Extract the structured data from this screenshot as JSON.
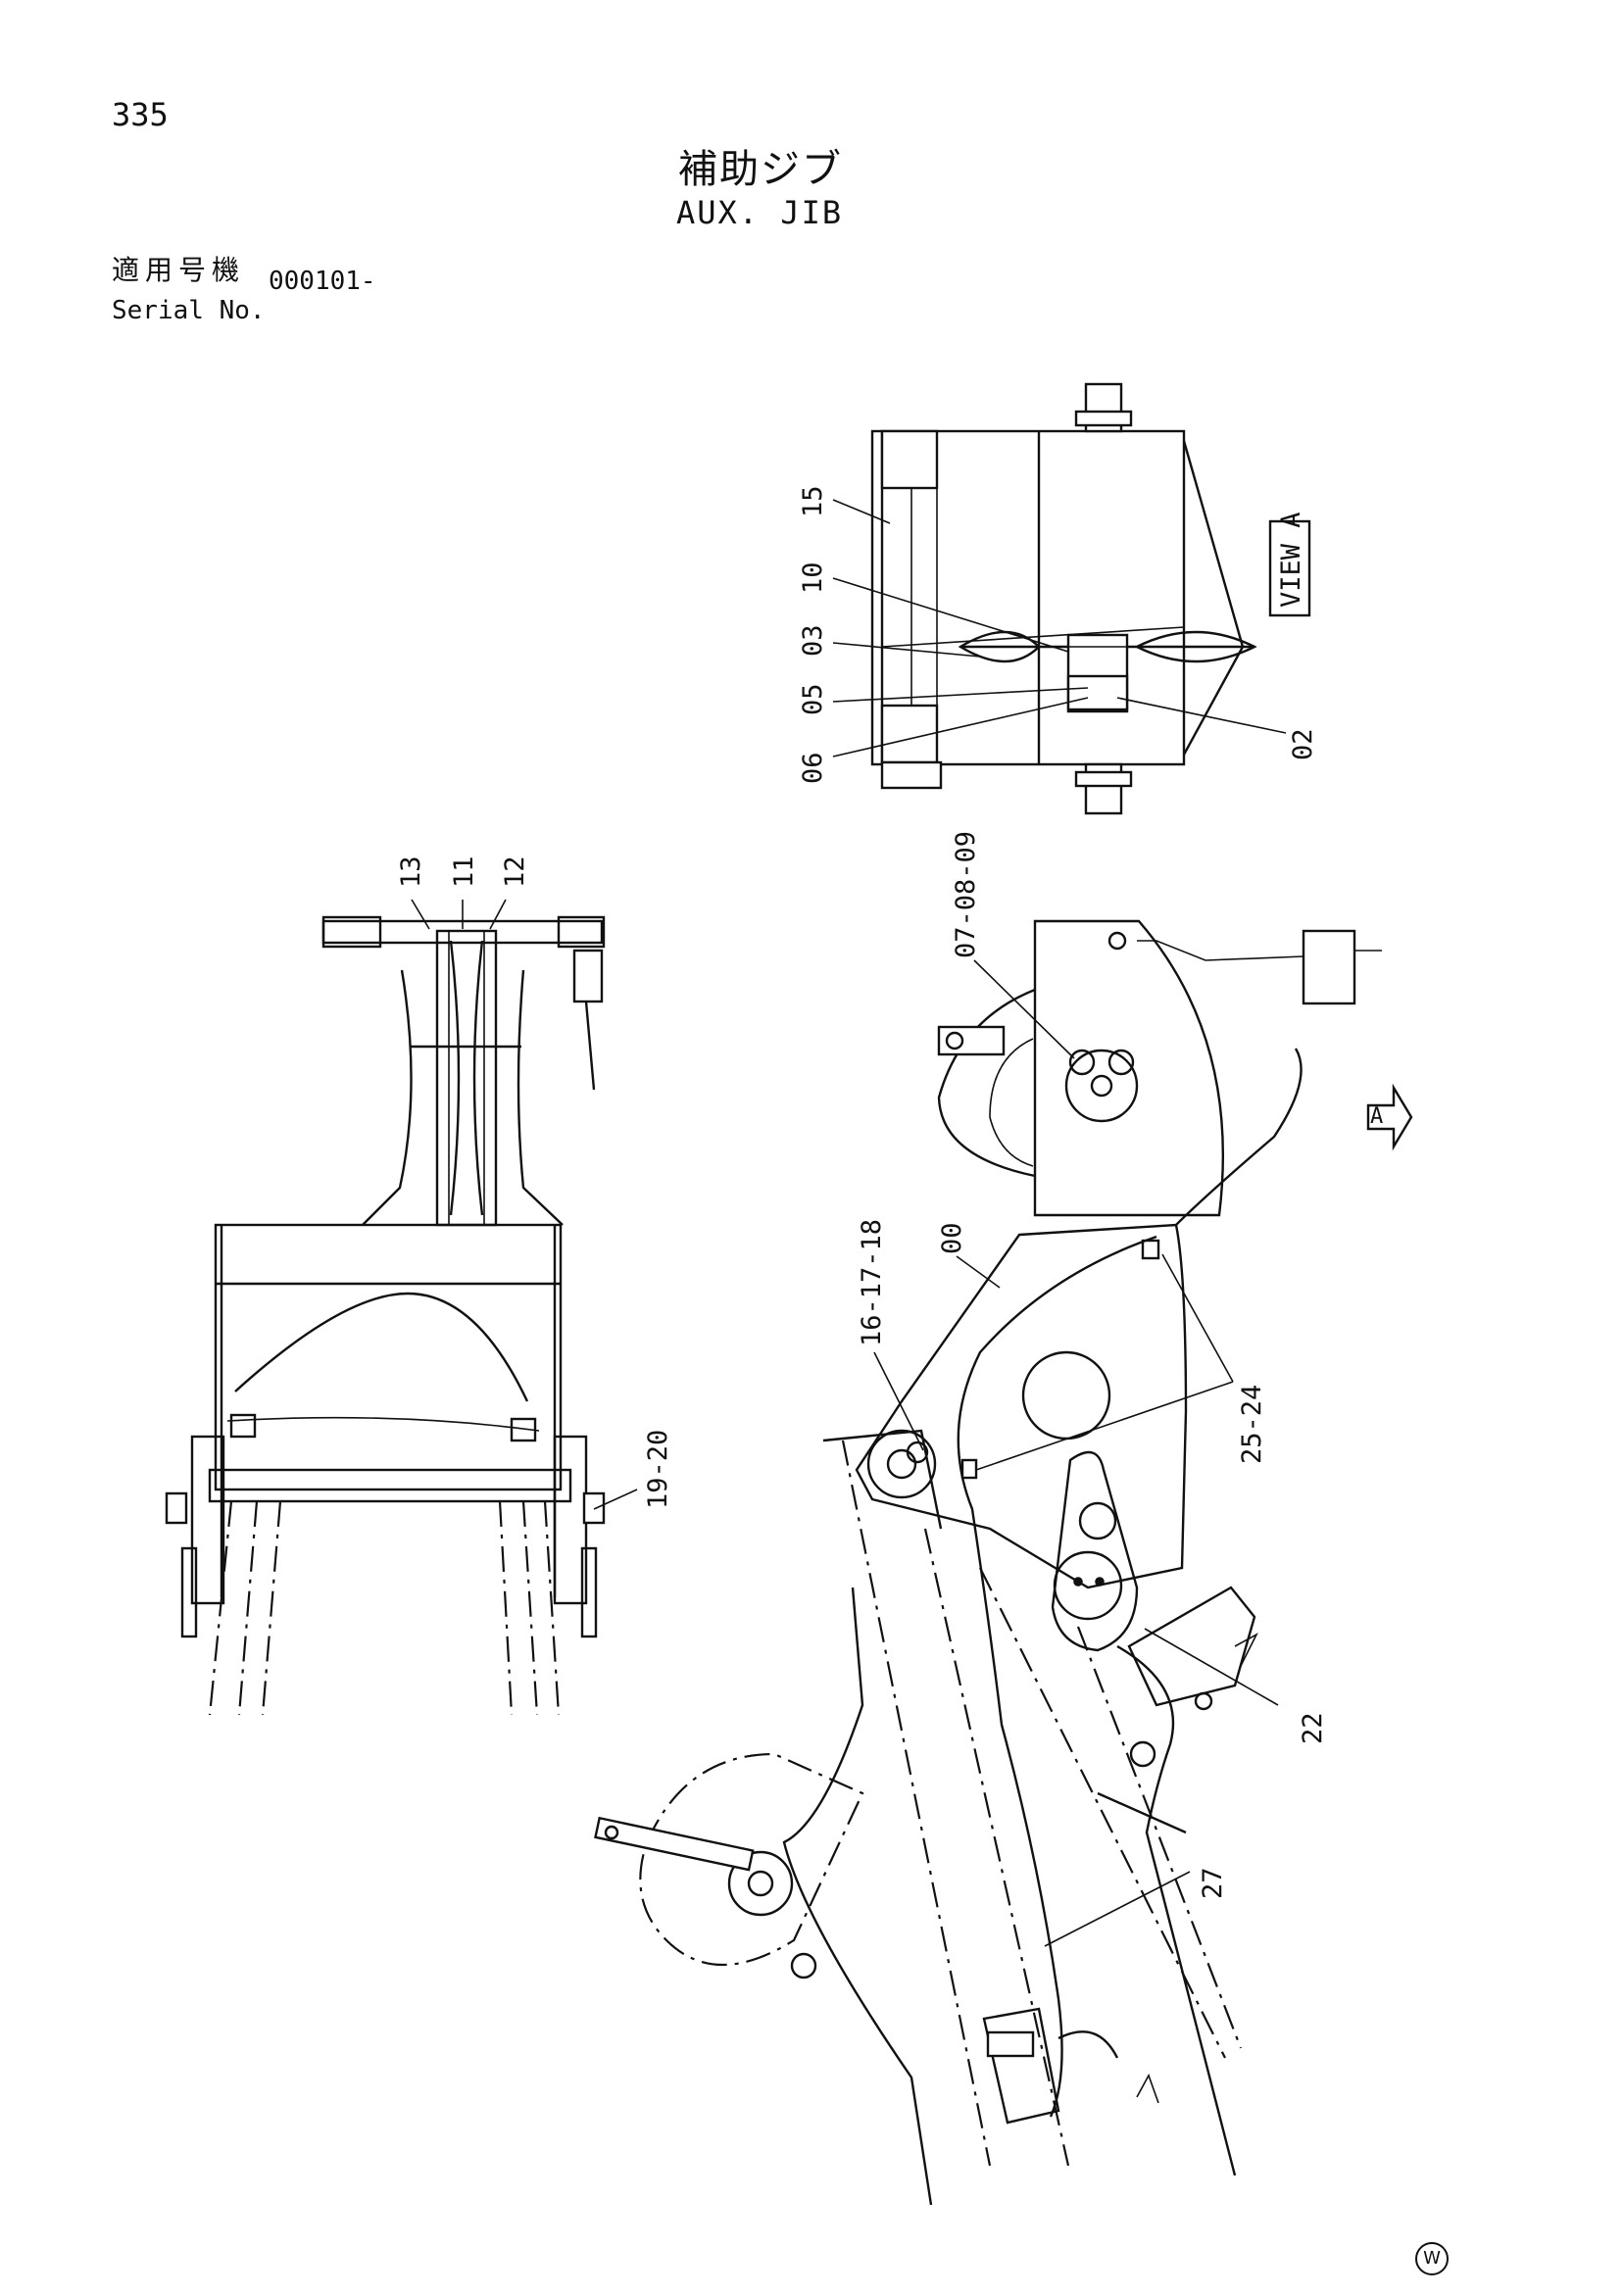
{
  "header": {
    "page_number": "335",
    "title_ja": "補助ジブ",
    "title_en": "AUX. JIB",
    "serial_label_ja": "適用号機",
    "serial_label_en": "Serial No.",
    "serial_value": "000101-"
  },
  "diagram": {
    "view_label": "VIEW A",
    "arrow_label": "A",
    "callouts_view_a": [
      "15",
      "10",
      "03",
      "05",
      "06",
      "02"
    ],
    "callouts_front": [
      "13",
      "11",
      "12",
      "19-20"
    ],
    "callouts_side": [
      "07-08-09",
      "00",
      "16-17-18",
      "25-24",
      "22",
      "27"
    ]
  },
  "footer": {
    "mark": "W"
  }
}
